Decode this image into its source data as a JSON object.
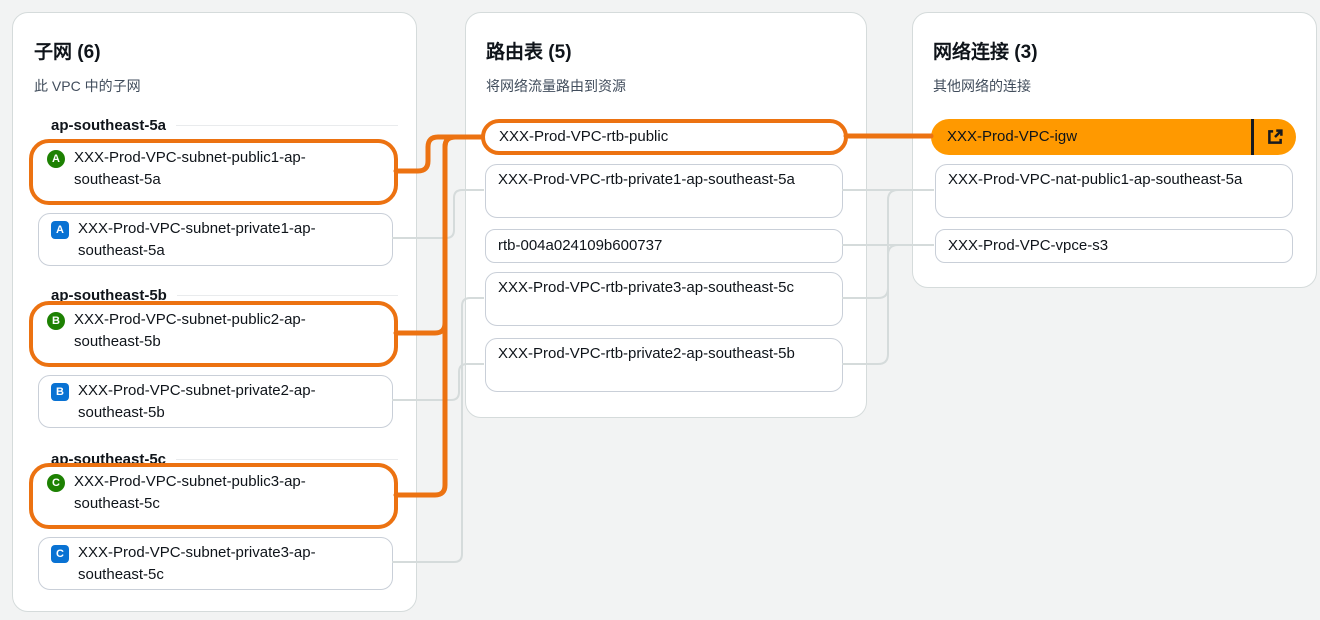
{
  "colors": {
    "highlight_border": "#EC7211",
    "selected_fill": "#FF9900",
    "badge_public_green": "#1D8102",
    "badge_private_blue": "#0972D3"
  },
  "subnets_panel": {
    "title": "子网",
    "count": "(6)",
    "subtitle": "此 VPC 中的子网",
    "groups": [
      {
        "label": "ap-southeast-5a",
        "items": [
          {
            "name": "XXX-Prod-VPC-subnet-public1-ap-southeast-5a",
            "badge": "A",
            "type": "public",
            "selected": true
          },
          {
            "name": "XXX-Prod-VPC-subnet-private1-ap-southeast-5a",
            "badge": "A",
            "type": "private",
            "selected": false
          }
        ]
      },
      {
        "label": "ap-southeast-5b",
        "items": [
          {
            "name": "XXX-Prod-VPC-subnet-public2-ap-southeast-5b",
            "badge": "B",
            "type": "public",
            "selected": true
          },
          {
            "name": "XXX-Prod-VPC-subnet-private2-ap-southeast-5b",
            "badge": "B",
            "type": "private",
            "selected": false
          }
        ]
      },
      {
        "label": "ap-southeast-5c",
        "items": [
          {
            "name": "XXX-Prod-VPC-subnet-public3-ap-southeast-5c",
            "badge": "C",
            "type": "public",
            "selected": true
          },
          {
            "name": "XXX-Prod-VPC-subnet-private3-ap-southeast-5c",
            "badge": "C",
            "type": "private",
            "selected": false
          }
        ]
      }
    ]
  },
  "route_tables_panel": {
    "title": "路由表",
    "count": "(5)",
    "subtitle": "将网络流量路由到资源",
    "items": [
      {
        "name": "XXX-Prod-VPC-rtb-public",
        "selected": true
      },
      {
        "name": "XXX-Prod-VPC-rtb-private1-ap-southeast-5a",
        "selected": false
      },
      {
        "name": "rtb-004a024109b600737",
        "selected": false
      },
      {
        "name": "XXX-Prod-VPC-rtb-private3-ap-southeast-5c",
        "selected": false
      },
      {
        "name": "XXX-Prod-VPC-rtb-private2-ap-southeast-5b",
        "selected": false
      }
    ]
  },
  "connections_panel": {
    "title": "网络连接",
    "count": "(3)",
    "subtitle": "其他网络的连接",
    "items": [
      {
        "name": "XXX-Prod-VPC-igw",
        "selected": true,
        "external_link": true
      },
      {
        "name": "XXX-Prod-VPC-nat-public1-ap-southeast-5a",
        "selected": false
      },
      {
        "name": "XXX-Prod-VPC-vpce-s3",
        "selected": false
      }
    ]
  }
}
